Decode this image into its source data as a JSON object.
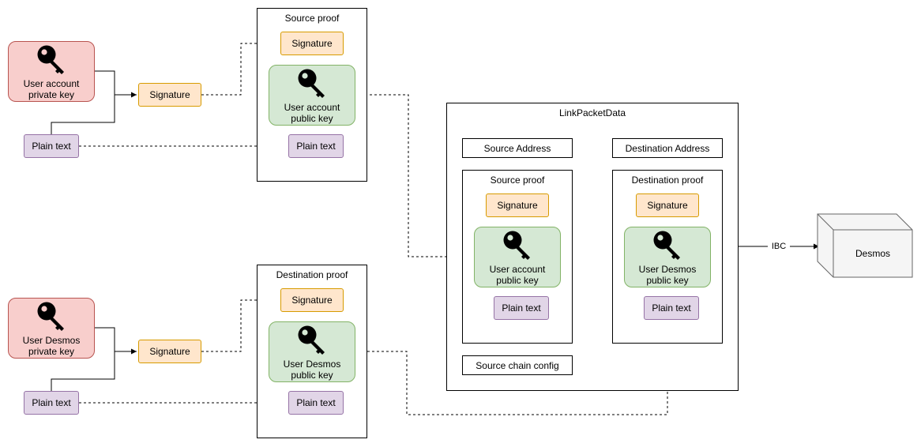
{
  "user_account": {
    "private_key_label": "User account\nprivate key",
    "signature_label": "Signature",
    "plain_text_label": "Plain text"
  },
  "source_proof_top": {
    "title": "Source proof",
    "signature_label": "Signature",
    "public_key_label": "User account\npublic key",
    "plain_text_label": "Plain text"
  },
  "user_desmos": {
    "private_key_label": "User Desmos\nprivate key",
    "signature_label": "Signature",
    "plain_text_label": "Plain text"
  },
  "destination_proof_bottom": {
    "title": "Destination proof",
    "signature_label": "Signature",
    "public_key_label": "User Desmos\npublic key",
    "plain_text_label": "Plain text"
  },
  "link_packet": {
    "title": "LinkPacketData",
    "source_address_label": "Source Address",
    "destination_address_label": "Destination Address",
    "source_proof": {
      "title": "Source proof",
      "signature_label": "Signature",
      "public_key_label": "User account\npublic key",
      "plain_text_label": "Plain text"
    },
    "destination_proof": {
      "title": "Destination proof",
      "signature_label": "Signature",
      "public_key_label": "User Desmos\npublic key",
      "plain_text_label": "Plain text"
    },
    "source_chain_config_label": "Source chain config"
  },
  "ibc_label": "IBC",
  "desmos_label": "Desmos",
  "icons": {
    "key": "key-icon",
    "cube": "cube-shape"
  }
}
